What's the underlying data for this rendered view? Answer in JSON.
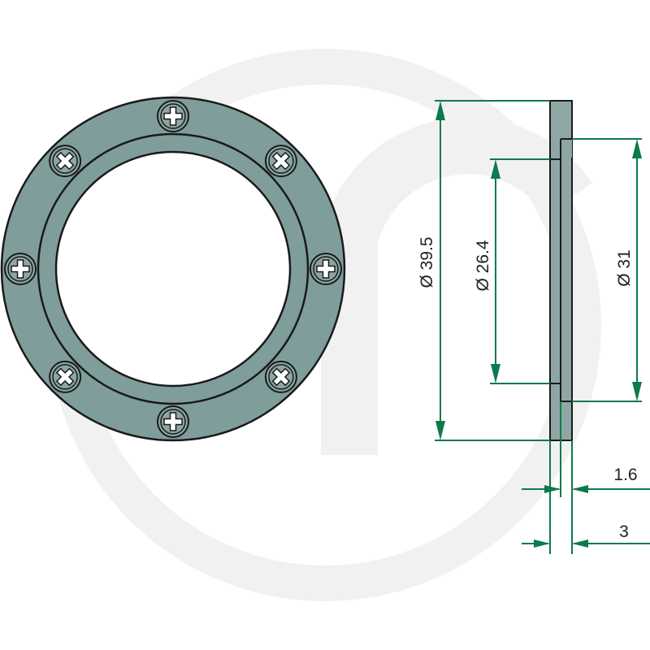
{
  "colors": {
    "background": "#ffffff",
    "watermark": "#f1f1f1",
    "ring_fill": "#7f9e9b",
    "ring_stroke": "#1a1a1a",
    "screw_fill": "#8aa7a3",
    "section_fill": "#8fa7a4",
    "dimension_line": "#0e7a4c",
    "dimension_text": "#222222"
  },
  "icons": {
    "watermark": "brand-logo-watermark",
    "screw": "phillips-screw-icon"
  },
  "dimensions": {
    "outer_diameter": "Ø 39.5",
    "inner_diameter": "Ø 26.4",
    "step_diameter": "Ø 31",
    "step_thickness": "1.6",
    "total_thickness": "3"
  },
  "screw_count": 8
}
